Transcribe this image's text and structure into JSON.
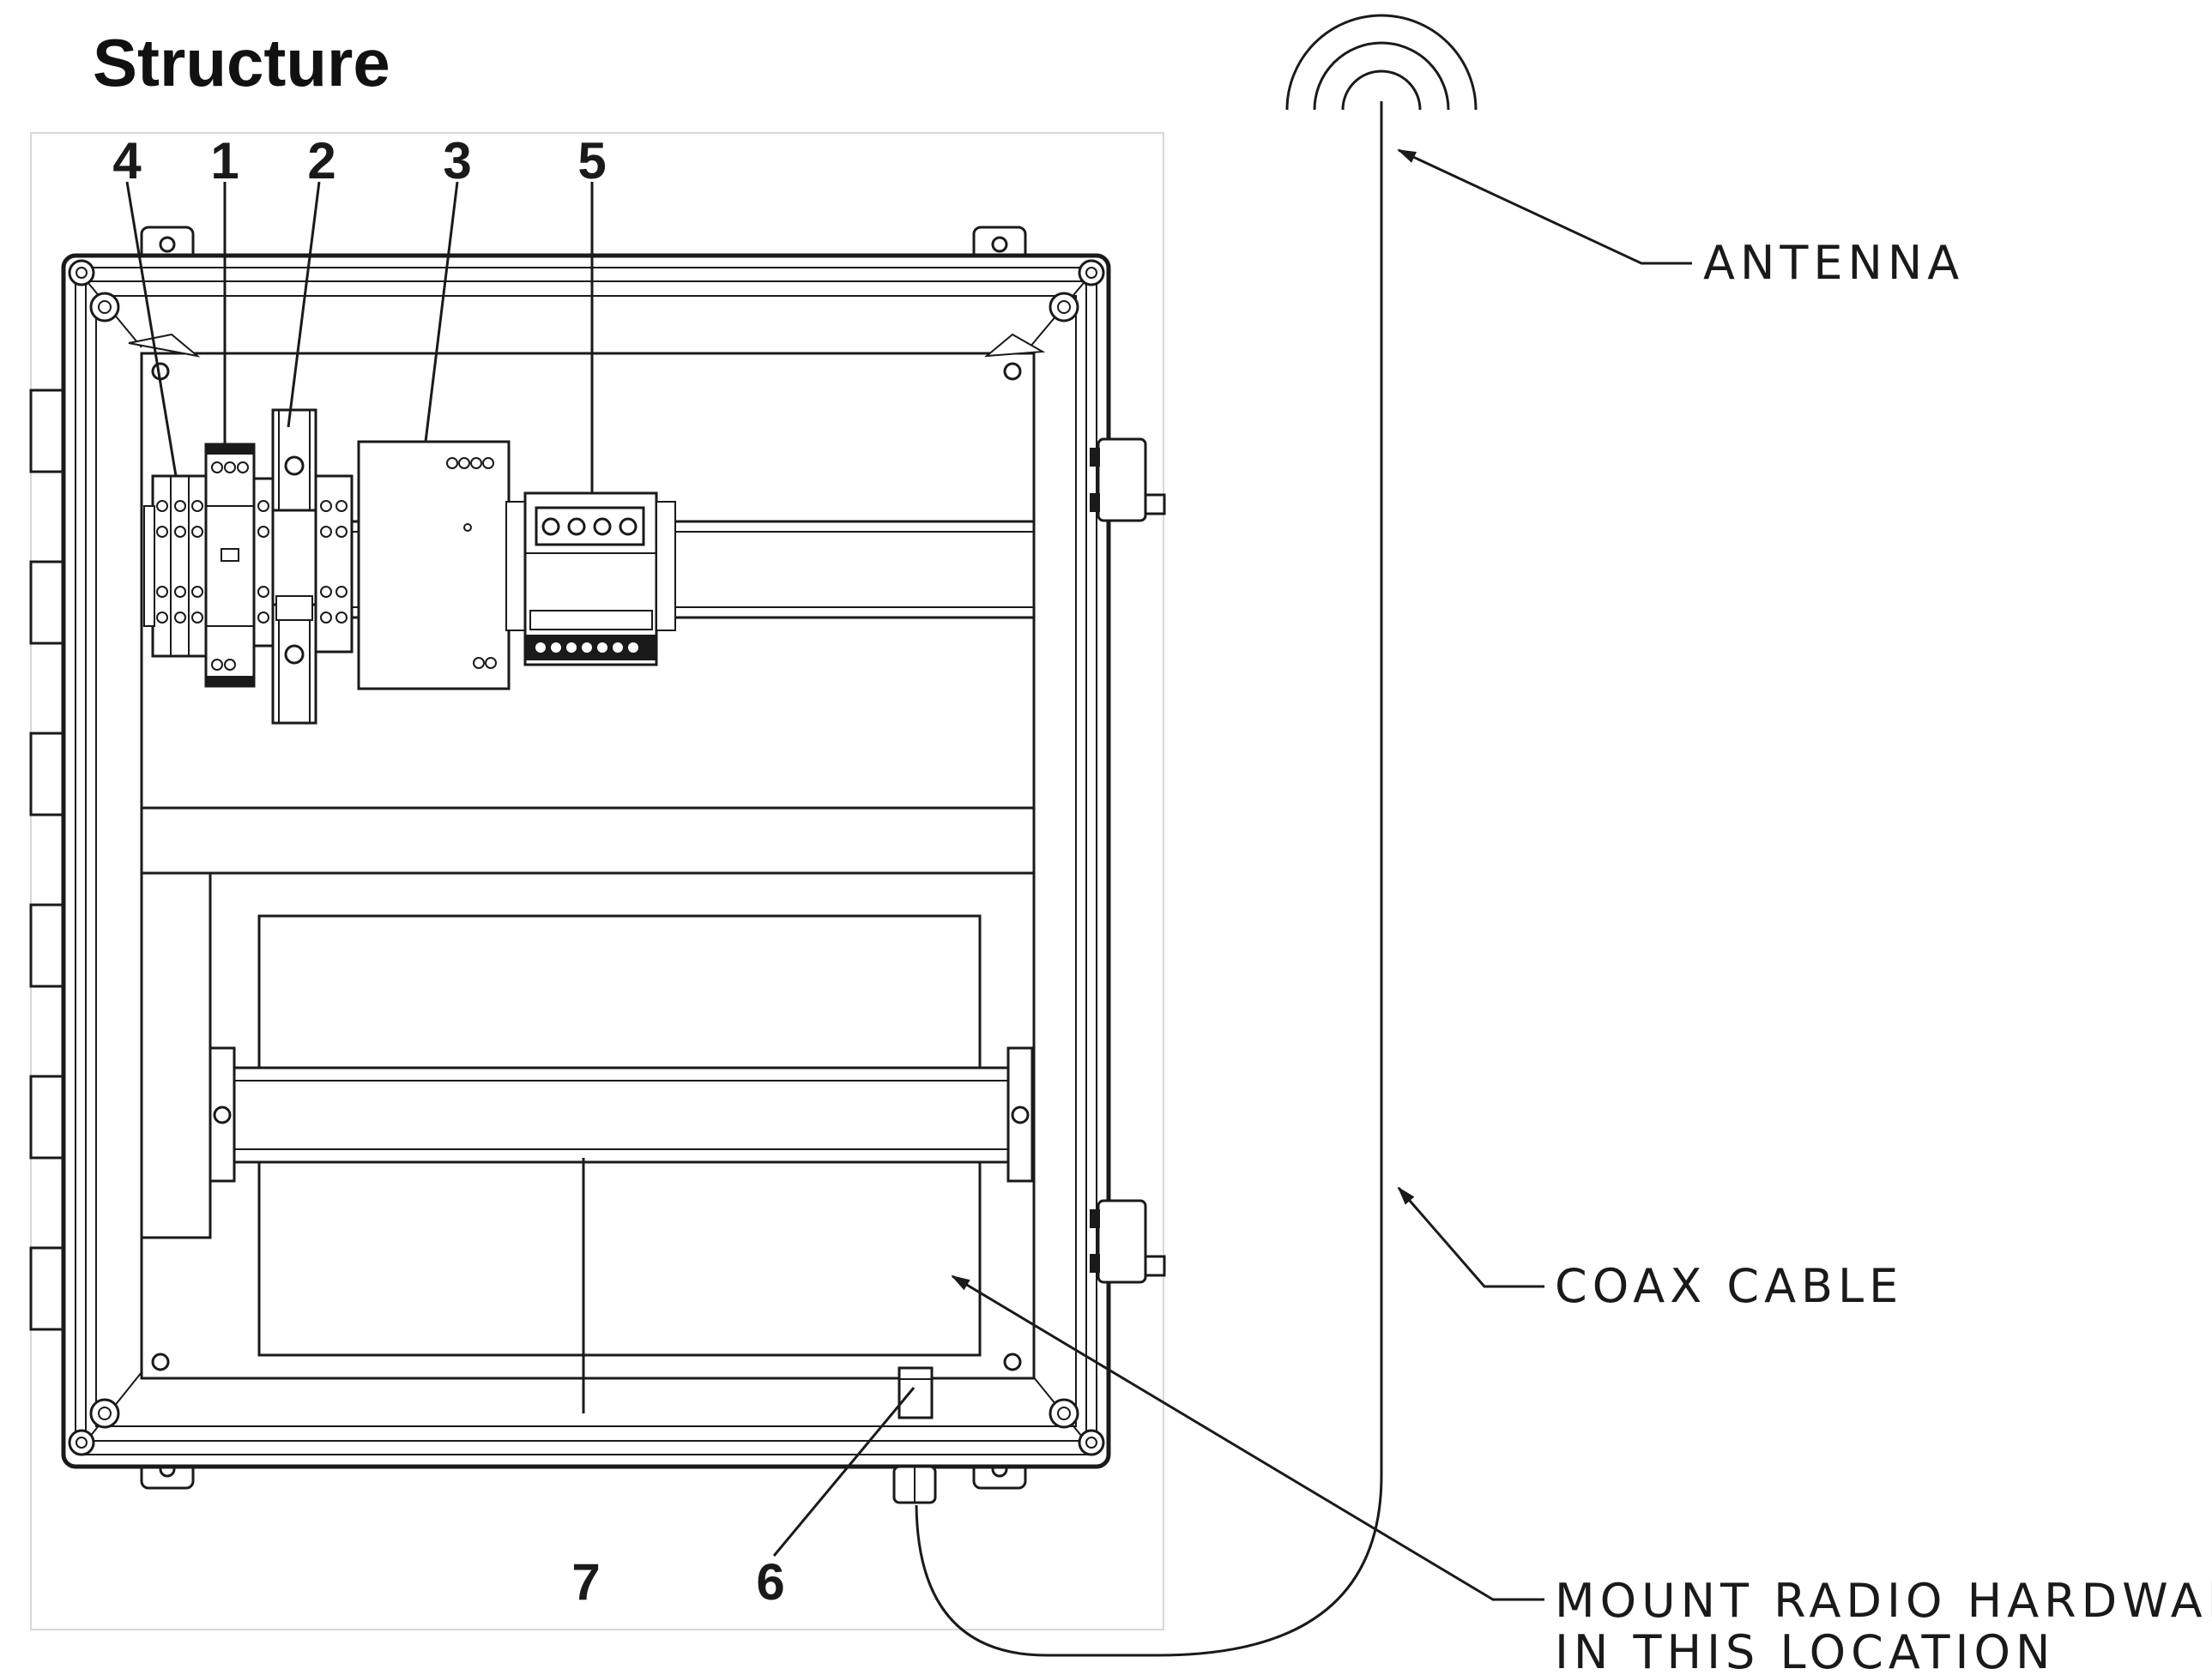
{
  "title": "Structure",
  "component_numbers": [
    "4",
    "1",
    "2",
    "3",
    "5",
    "7",
    "6"
  ],
  "callouts": {
    "antenna": "ANTENNA",
    "coax_cable": "COAX CABLE",
    "mount_line1": "MOUNT RADIO HARDWARE",
    "mount_line2": "IN THIS LOCATION"
  }
}
